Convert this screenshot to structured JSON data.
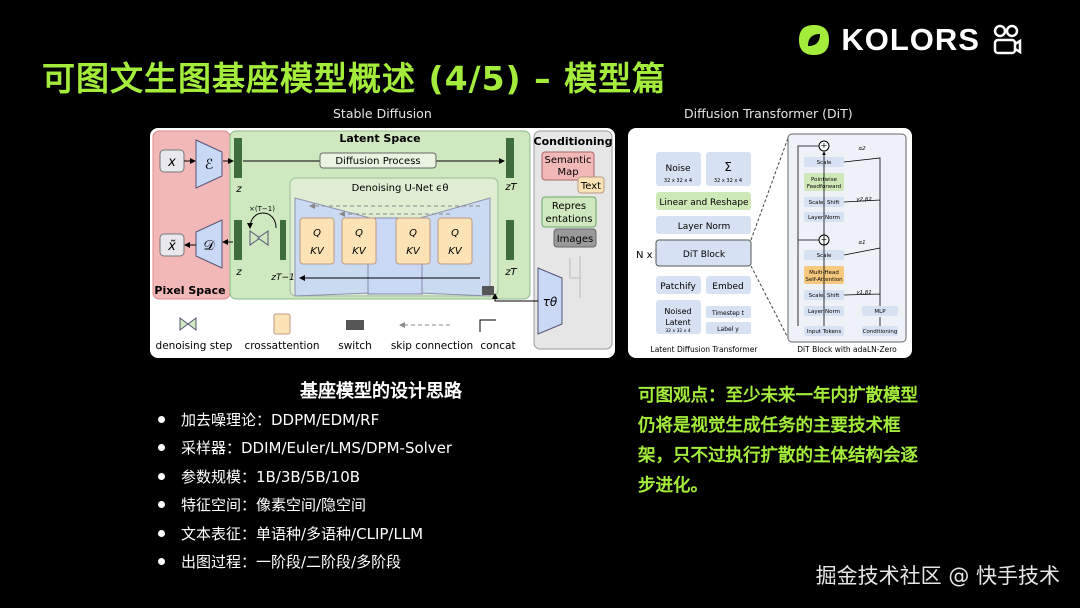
{
  "title": "可图文生图基座模型概述 (4/5) – 模型篇",
  "logo": {
    "text": "KOLORS"
  },
  "sd": {
    "caption": "Stable Diffusion",
    "latent_space": "Latent Space",
    "diffusion_process": "Diffusion Process",
    "unet": "Denoising U-Net ϵθ",
    "pixel_space": "Pixel Space",
    "conditioning": "Conditioning",
    "semantic_map": "Semantic Map",
    "text": "Text",
    "representations": "Repres entations",
    "images": "Images",
    "x": "x",
    "x_tilde": "x̃",
    "enc": "ℰ",
    "dec": "𝒟",
    "z": "z",
    "zT": "zT",
    "zT1": "zT−1",
    "times": "×(T−1)",
    "tau": "τθ",
    "q": "Q",
    "kv": "KV",
    "legend": [
      "denoising step",
      "crossattention",
      "switch",
      "skip connection",
      "concat"
    ]
  },
  "dit": {
    "caption": "Diffusion Transformer (DiT)",
    "noise": "Noise",
    "noise_dim": "32 x 32 x 4",
    "sigma": "Σ",
    "sigma_dim": "32 x 32 x 4",
    "linear_reshape": "Linear and Reshape",
    "layer_norm": "Layer Norm",
    "nx": "N x",
    "dit_block": "DiT Block",
    "patchify": "Patchify",
    "embed": "Embed",
    "noised_latent": "Noised Latent",
    "noised_dim": "32 x 32 x 4",
    "timestep": "Timestep t",
    "label": "Label y",
    "left_caption": "Latent Diffusion Transformer",
    "right_caption": "DiT Block with adaLN-Zero",
    "scale": "Scale",
    "pointwise": "Pointwise Feedforward",
    "scale_shift": "Scale, Shift",
    "layer_norm_small": "Layer Norm",
    "mhsa": "Multi-Head Self-Attention",
    "input_tokens": "Input Tokens",
    "mlp": "MLP",
    "conditioning": "Conditioning",
    "alpha2": "α2",
    "gb2": "γ2,β2",
    "alpha1": "α1",
    "gb1": "γ1,β1"
  },
  "bullets": {
    "heading": "基座模型的设计思路",
    "items": [
      "加去噪理论：DDPM/EDM/RF",
      "采样器：DDIM/Euler/LMS/DPM-Solver",
      "参数规模：1B/3B/5B/10B",
      "特征空间：像素空间/隐空间",
      "文本表征：单语种/多语种/CLIP/LLM",
      "出图过程：一阶段/二阶段/多阶段"
    ]
  },
  "viewpoint": "可图观点：至少未来一年内扩散模型仍将是视觉生成任务的主要技术框架，只不过执行扩散的主体结构会逐步进化。",
  "watermark": "掘金技术社区 @ 快手技术",
  "colors": {
    "accent": "#a4ec3b",
    "pixel_space": "#f2b8b8",
    "latent_space": "#cfe8c0",
    "unet": "#c8d8f5",
    "qkv": "#fbe3b5",
    "conditioning": "#e6e6e6",
    "dit_block": "#d6e2f3",
    "dit_orange": "#f7c97e",
    "dit_green": "#cfe8b8"
  }
}
